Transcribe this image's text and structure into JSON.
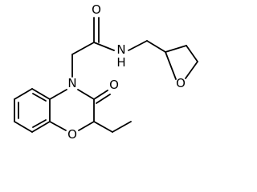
{
  "atoms": {
    "o_amide": "O",
    "n_amide": "N",
    "h_amide": "H",
    "o_thf": "O",
    "n_ring": "N",
    "o_lactam": "O",
    "o_ring": "O"
  }
}
